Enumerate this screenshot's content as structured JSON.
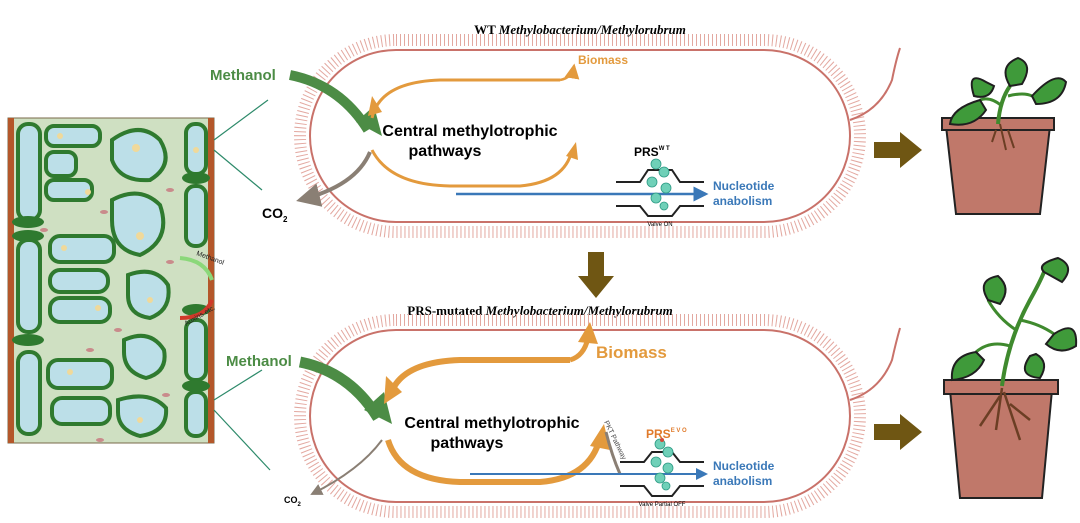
{
  "wt": {
    "title_prefix": "WT ",
    "title_genus": "Methylobacterium/Methylorubrum",
    "methanol": "Methanol",
    "central_line1": "Central methylotrophic",
    "central_line2": "pathways",
    "biomass": "Biomass",
    "co2": "CO",
    "co2_sub": "2",
    "prs": "PRS",
    "prs_sup": "W T",
    "valve": "Valve ON",
    "nucleotide_line1": "Nucleotide",
    "nucleotide_line2": "anabolism"
  },
  "mut": {
    "title_prefix": "PRS-mutated ",
    "title_genus": "Methylobacterium/Methylorubrum",
    "methanol": "Methanol",
    "central_line1": "Central methylotrophic",
    "central_line2": "pathways",
    "biomass": "Biomass",
    "co2": "CO",
    "co2_sub": "2",
    "prs": "PRS",
    "prs_sup": "E V O",
    "valve": "Valve Partial OFF",
    "pkt": "PKT Pathway",
    "nucleotide_line1": "Nucleotide",
    "nucleotide_line2": "anabolism"
  },
  "leaf": {
    "methanol": "Methanol",
    "auxins": "Auxins etc."
  },
  "colors": {
    "methanol_green": "#4c8c45",
    "pathway_orange": "#e39a3d",
    "nucleotide_blue": "#3a78b8",
    "co2_gray": "#8a7f74",
    "brown_arrow": "#6f5613",
    "membrane": "#c9726a",
    "leaf_green": "#2f7a2f",
    "pot": "#c0786a"
  }
}
